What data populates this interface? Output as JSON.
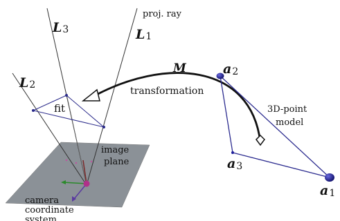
{
  "rays": {
    "L3": {
      "symbol": "L",
      "sub": "3"
    },
    "L1": {
      "symbol": "L",
      "sub": "1"
    },
    "L2": {
      "symbol": "L",
      "sub": "2"
    },
    "proj_ray_label": "proj. ray"
  },
  "fit_label": "fit",
  "image_plane_label": [
    "image",
    "plane"
  ],
  "camera_label": [
    "camera",
    "coordinate",
    "system"
  ],
  "transformation": {
    "symbol": "M",
    "label": "transformation"
  },
  "model": {
    "label": [
      "3D-point",
      "model"
    ],
    "a1": {
      "symbol": "a",
      "sub": "1"
    },
    "a2": {
      "symbol": "a",
      "sub": "2"
    },
    "a3": {
      "symbol": "a",
      "sub": "3"
    }
  },
  "colors": {
    "ray": "#333333",
    "triangle": "#2a2a8a",
    "model_line": "#2b2b8f",
    "point": "#1c1c9a",
    "plane": "#8b9197",
    "arrow": "#111111",
    "camera": "#b0308a"
  }
}
